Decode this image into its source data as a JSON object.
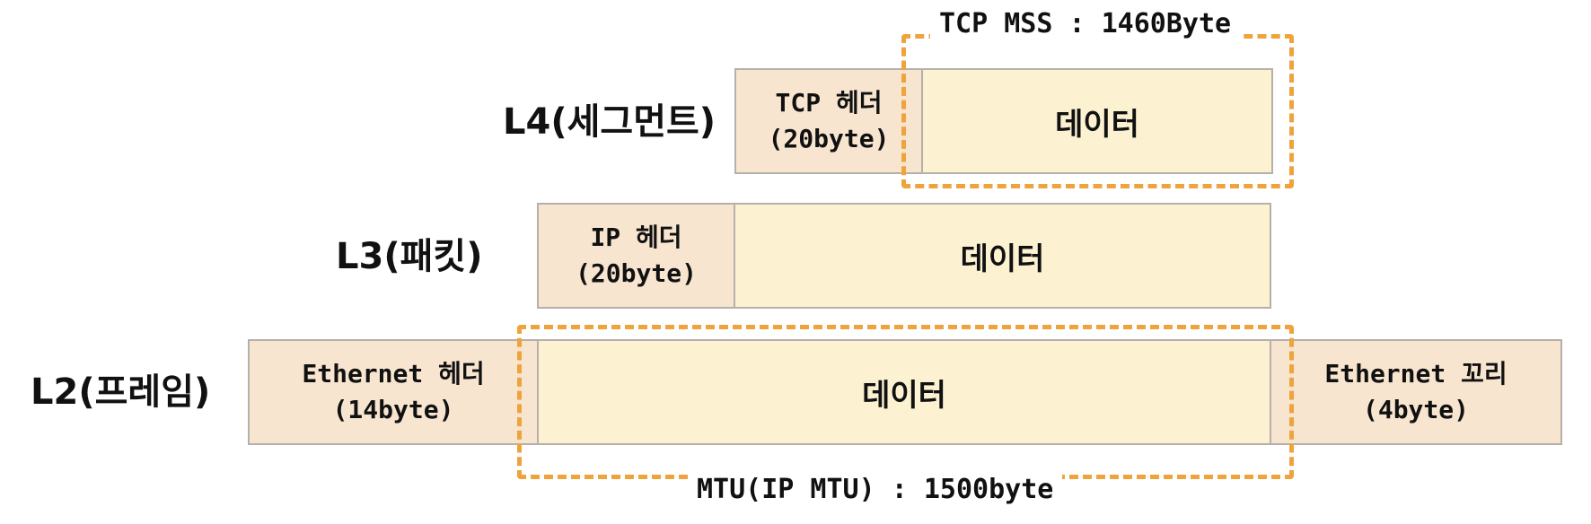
{
  "layers": {
    "l4": {
      "label": "L4(세그먼트)",
      "header": {
        "line1": "TCP 헤더",
        "line2": "(20byte)"
      },
      "data": "데이터"
    },
    "l3": {
      "label": "L3(패킷)",
      "header": {
        "line1": "IP 헤더",
        "line2": "(20byte)"
      },
      "data": "데이터"
    },
    "l2": {
      "label": "L2(프레임)",
      "header": {
        "line1": "Ethernet 헤더",
        "line2": "(14byte)"
      },
      "data": "데이터",
      "trailer": {
        "line1": "Ethernet 꼬리",
        "line2": "(4byte)"
      }
    }
  },
  "annotations": {
    "mss": "TCP MSS : 1460Byte",
    "mtu": "MTU(IP MTU) : 1500byte"
  },
  "colors": {
    "header_fill": "#f8e5d0",
    "data_fill": "#fcf2d1",
    "box_border": "#b5b0aa",
    "dashed_outline": "#efa33c"
  }
}
